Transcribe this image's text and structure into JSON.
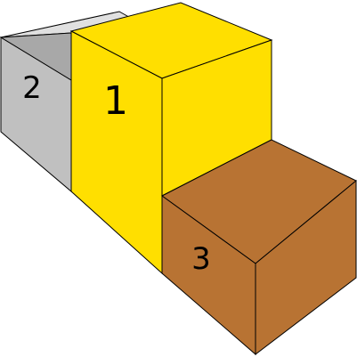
{
  "podium": {
    "places": [
      {
        "label": "1",
        "color": "#ffdf00"
      },
      {
        "label": "2",
        "color": "#c0c0c0"
      },
      {
        "label": "3",
        "color": "#b87333"
      }
    ]
  }
}
